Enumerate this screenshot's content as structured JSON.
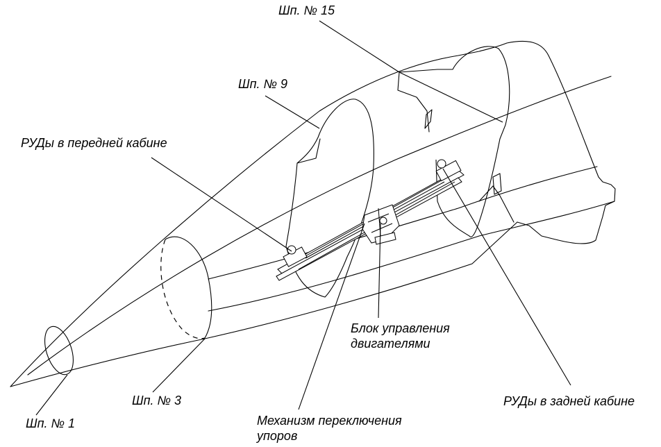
{
  "labels": {
    "frame_15": "Шп. № 15",
    "frame_9": "Шп. № 9",
    "throttles_front": "РУДы в передней кабине",
    "engine_control_unit": "Блок управления\nдвигателями",
    "frame_3": "Шп. № 3",
    "frame_1": "Шп. № 1",
    "throttles_rear": "РУДы в задней кабине",
    "stop_switch_mechanism": "Механизм переключения\nупоров"
  }
}
